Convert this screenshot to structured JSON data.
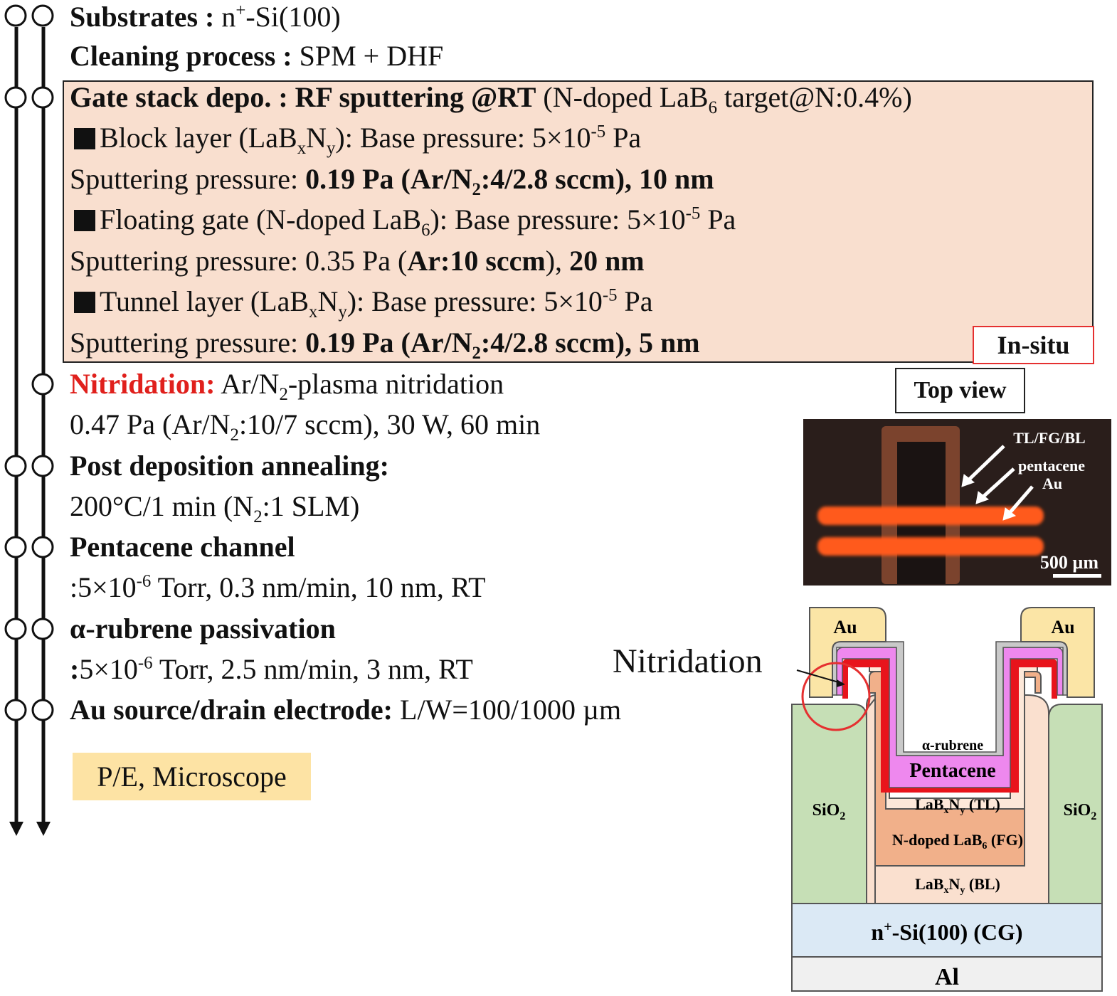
{
  "steps": {
    "substrates": {
      "label": "Substrates :",
      "value_pre": "n",
      "value_sup": "+",
      "value_post": "-Si(100)"
    },
    "cleaning": {
      "label": "Cleaning process :",
      "value": "SPM + DHF"
    },
    "gate": {
      "label": "Gate stack depo. : RF sputtering @RT",
      "note_pre": "(N-doped LaB",
      "note_sub": "6",
      "note_post": " target@N:0.4%)",
      "block": {
        "pre": "Block layer (LaB",
        "sub1": "x",
        "mid": "N",
        "sub2": "y",
        "post": "): Base pressure: 5×10",
        "sup": "-5",
        "end": " Pa"
      },
      "block_sp": {
        "pre": "Sputtering pressure: ",
        "bold_pre": "0.19 Pa (Ar/N",
        "bold_sub": "2",
        "bold_post": ":4/2.8 sccm)",
        "comma": ", ",
        "bold_end": "10 nm"
      },
      "floating": {
        "pre": "Floating gate (N-doped LaB",
        "sub": "6",
        "post": "): Base pressure: 5×10",
        "sup": "-5",
        "end": " Pa"
      },
      "floating_sp": {
        "pre": "Sputtering pressure: 0.35 Pa (",
        "bold1": "Ar:10 sccm",
        "mid": "), ",
        "bold2": "20 nm"
      },
      "tunnel": {
        "pre": "Tunnel layer (LaB",
        "sub1": "x",
        "mid": "N",
        "sub2": "y",
        "post": "): Base pressure: 5×10",
        "sup": "-5",
        "end": " Pa"
      },
      "tunnel_sp": {
        "pre": "Sputtering pressure: ",
        "bold_pre": "0.19 Pa (Ar/N",
        "bold_sub": "2",
        "bold_post": ":4/2.8 sccm)",
        "comma": ", ",
        "bold_end": "5 nm"
      },
      "insitu": "In-situ"
    },
    "nitridation": {
      "label": "Nitridation:",
      "val_pre": " Ar/N",
      "val_sub": "2",
      "val_post": "-plasma nitridation",
      "l2_pre": "0.47 Pa (Ar/N",
      "l2_sub": "2",
      "l2_post": ":10/7 sccm), 30 W, 60 min"
    },
    "pda": {
      "label": "Post deposition annealing:",
      "l2_pre": "200°C/1 min (N",
      "l2_sub": "2",
      "l2_post": ":1 SLM)"
    },
    "pentacene": {
      "label": "Pentacene channel",
      "l2_pre": ":5×10",
      "l2_sup": "-6",
      "l2_post": " Torr, 0.3 nm/min, 10 nm, RT"
    },
    "rubrene": {
      "label": "α-rubrene passivation",
      "l2_bold": ":",
      "l2_pre": "5×10",
      "l2_sup": "-6",
      "l2_post": " Torr, 2.5 nm/min, 3 nm, RT"
    },
    "au": {
      "label": "Au source/drain electrode:",
      "value": " L/W=100/1000 µm"
    }
  },
  "pe_box": "P/E, Microscope",
  "top_view": {
    "title": "Top view",
    "labels": {
      "tl": "TL/FG/BL",
      "pentacene": "pentacene",
      "au": "Au"
    },
    "scale": "500 µm"
  },
  "cross_section": {
    "nitridation": "Nitridation",
    "au_left": "Au",
    "au_right": "Au",
    "rubrene": "α-rubrene",
    "pentacene": "Pentacene",
    "tl": {
      "pre": "LaB",
      "sub1": "x",
      "mid": "N",
      "sub2": "y",
      "post": " (TL)"
    },
    "fg": {
      "pre": "N-doped LaB",
      "sub": "6",
      "post": " (FG)"
    },
    "bl": {
      "pre": "LaB",
      "sub1": "x",
      "mid": "N",
      "sub2": "y",
      "post": " (BL)"
    },
    "sio2_left": {
      "pre": "SiO",
      "sub": "2"
    },
    "sio2_right": {
      "pre": "SiO",
      "sub": "2"
    },
    "substrate": {
      "pre": "n",
      "sup": "+",
      "post": "-Si(100) (CG)"
    },
    "al": "Al"
  },
  "colors": {
    "gate_box_fill": "#f9dfcf",
    "nitridation_text": "#e0201c",
    "insitu_border": "#e53030",
    "pe_box_fill": "#fde3a4",
    "au_fill": "#fbe5a6",
    "sio2_fill": "#c6dfb6",
    "bl_fill": "#fae0cf",
    "fg_fill": "#f1b08a",
    "tl_fill": "#fde8d9",
    "nitride_red": "#e8141c",
    "pentacene_fill": "#ee88ee",
    "rubrene_fill": "#c9c9c9",
    "substrate_fill": "#dbe9f5",
    "al_fill": "#f0f0f0"
  }
}
